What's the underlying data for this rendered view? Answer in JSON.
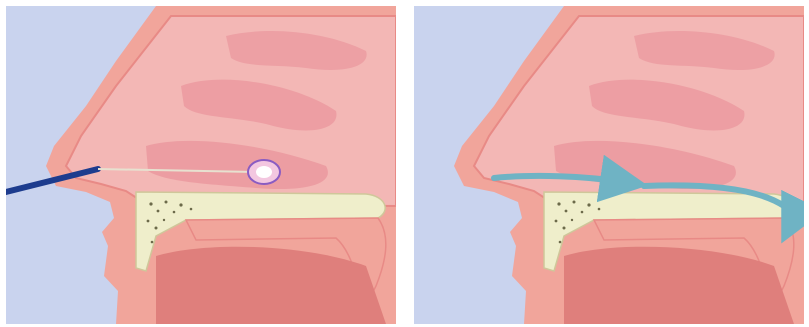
{
  "colors": {
    "background": "#c9d3ee",
    "skin": "#f1a59b",
    "skin_shadow": "#e88a86",
    "cavity": "#f3b7b5",
    "turbinate": "#eb9aa0",
    "palate_bone": "#efeecb",
    "mouth": "#df7f7c",
    "swab": "#1d3c8e",
    "spray_arrow": "#6fb3c4",
    "target_ring": "#8a5cc2"
  },
  "panels": [
    {
      "id": "left",
      "shows": [
        "nose-profile",
        "swab",
        "target-marker"
      ]
    },
    {
      "id": "right",
      "shows": [
        "nose-profile",
        "flow-arrows"
      ]
    }
  ]
}
